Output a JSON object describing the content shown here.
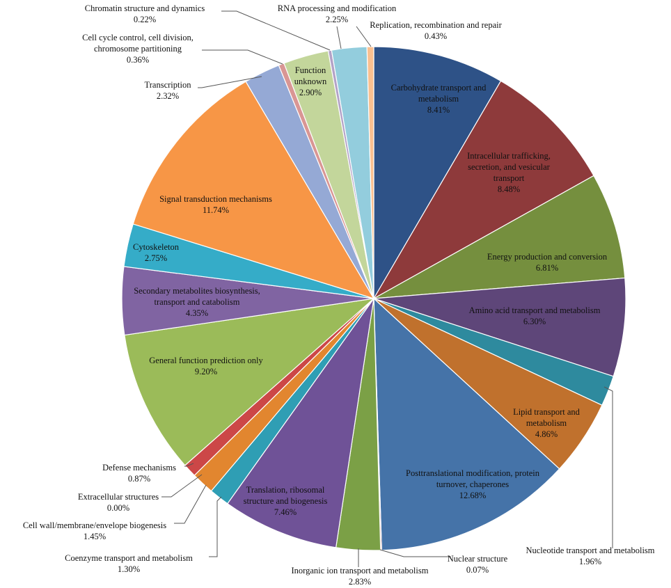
{
  "chart_data": {
    "type": "pie",
    "title": "",
    "slices": [
      {
        "label": "Carbohydrate transport and metabolism",
        "value": 8.41,
        "value_label": "8.41%",
        "color": "#2E5287",
        "label_pos": "inside"
      },
      {
        "label": "Intracellular trafficking, secretion, and vesicular transport",
        "value": 8.48,
        "value_label": "8.48%",
        "color": "#8E3A3B",
        "label_pos": "inside"
      },
      {
        "label": "Energy production and conversion",
        "value": 6.81,
        "value_label": "6.81%",
        "color": "#758F3E",
        "label_pos": "inside"
      },
      {
        "label": "Amino acid transport and metabolism",
        "value": 6.3,
        "value_label": "6.30%",
        "color": "#5E4679",
        "label_pos": "inside"
      },
      {
        "label": "Nucleotide transport and metabolism",
        "value": 1.96,
        "value_label": "1.96%",
        "color": "#2E8A9E",
        "label_pos": "outside"
      },
      {
        "label": "Lipid transport and metabolism",
        "value": 4.86,
        "value_label": "4.86%",
        "color": "#C0712D",
        "label_pos": "inside"
      },
      {
        "label": "Posttranslational modification, protein turnover, chaperones",
        "value": 12.68,
        "value_label": "12.68%",
        "color": "#4573A8",
        "label_pos": "inside"
      },
      {
        "label": "Nuclear structure",
        "value": 0.07,
        "value_label": "0.07%",
        "color": "#C0504D",
        "label_pos": "outside"
      },
      {
        "label": "Inorganic ion transport and metabolism",
        "value": 2.83,
        "value_label": "2.83%",
        "color": "#7BA046",
        "label_pos": "outside"
      },
      {
        "label": "Translation, ribosomal structure and biogenesis",
        "value": 7.46,
        "value_label": "7.46%",
        "color": "#6F5297",
        "label_pos": "inside"
      },
      {
        "label": "Coenzyme transport and metabolism",
        "value": 1.3,
        "value_label": "1.30%",
        "color": "#2F9EB4",
        "label_pos": "outside"
      },
      {
        "label": "Cell wall/membrane/envelope biogenesis",
        "value": 1.45,
        "value_label": "1.45%",
        "color": "#E2862F",
        "label_pos": "outside"
      },
      {
        "label": "Extracellular structures",
        "value": 0.0,
        "value_label": "0.00%",
        "color": "#4F81BD",
        "label_pos": "outside"
      },
      {
        "label": "Defense mechanisms",
        "value": 0.87,
        "value_label": "0.87%",
        "color": "#CC4747",
        "label_pos": "outside"
      },
      {
        "label": "General function prediction only",
        "value": 9.2,
        "value_label": "9.20%",
        "color": "#9BBB59",
        "label_pos": "inside"
      },
      {
        "label": "Secondary metabolites biosynthesis, transport and catabolism",
        "value": 4.35,
        "value_label": "4.35%",
        "color": "#8064A2",
        "label_pos": "inside"
      },
      {
        "label": "Cytoskeleton",
        "value": 2.75,
        "value_label": "2.75%",
        "color": "#35ACC8",
        "label_pos": "inside"
      },
      {
        "label": "Signal transduction mechanisms",
        "value": 11.74,
        "value_label": "11.74%",
        "color": "#F79646",
        "label_pos": "inside"
      },
      {
        "label": "Transcription",
        "value": 2.32,
        "value_label": "2.32%",
        "color": "#95A9D5",
        "label_pos": "outside"
      },
      {
        "label": "Cell cycle control, cell division, chromosome partitioning",
        "value": 0.36,
        "value_label": "0.36%",
        "color": "#D99694",
        "label_pos": "outside"
      },
      {
        "label": "Function unknown",
        "value": 2.9,
        "value_label": "2.90%",
        "color": "#C3D69B",
        "label_pos": "inside"
      },
      {
        "label": "Chromatin structure and dynamics",
        "value": 0.22,
        "value_label": "0.22%",
        "color": "#B3A2C7",
        "label_pos": "outside"
      },
      {
        "label": "RNA processing and modification",
        "value": 2.25,
        "value_label": "2.25%",
        "color": "#93CDDD",
        "label_pos": "outside"
      },
      {
        "label": "Replication, recombination and repair",
        "value": 0.43,
        "value_label": "0.43%",
        "color": "#FAC090",
        "label_pos": "outside"
      }
    ]
  }
}
